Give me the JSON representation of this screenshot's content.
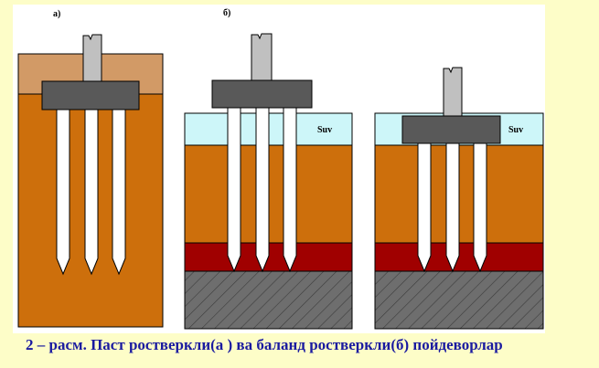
{
  "panels": {
    "a": {
      "label": "а)"
    },
    "b": {
      "label": "б)"
    }
  },
  "water_label": "Suv",
  "caption": "2 – расм.  Паст ростверкли(а ) ва баланд ростверкли(б) пойдеворлар",
  "colors": {
    "background": "#fdfdc8",
    "figure_panel": "#ffffff",
    "topsoil": "#d29a66",
    "soil": "#cd6f0c",
    "water": "#cdf6f9",
    "clay": "#a00000",
    "rock": "#6e6e6e",
    "cap": "#595959",
    "column": "#c0c0c0",
    "caption_text": "#1a1aa0"
  }
}
